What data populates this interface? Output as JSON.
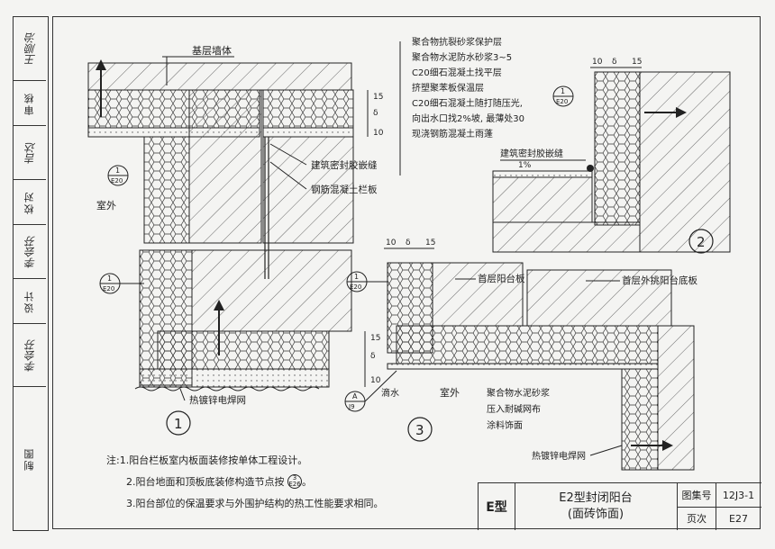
{
  "signatures": [
    {
      "label": "审核",
      "name": "王顺治"
    },
    {
      "label": "校对",
      "name": "吉达"
    },
    {
      "label": "设计",
      "name": "李会芬"
    },
    {
      "label": "制图",
      "name": "李会芬"
    }
  ],
  "detail1": {
    "label_wall": "基层墙体",
    "label_sealant": "建筑密封胶嵌缝",
    "label_panel": "钢筋混凝土栏板",
    "label_outdoor": "室外",
    "label_mesh": "热镀锌电焊网",
    "dims": [
      "15",
      "δ",
      "10"
    ],
    "callout_top": {
      "num": "1",
      "ref": "E20"
    },
    "callout_bot": {
      "num": "1",
      "ref": "E20"
    },
    "number": "1"
  },
  "detail2": {
    "layers": [
      "聚合物抗裂砂浆保护层",
      "聚合物水泥防水砂浆3~5",
      "C20细石混凝土找平层",
      "挤塑聚苯板保温层",
      "C20细石混凝土随打随压光,",
      "向出水口找2%坡, 最薄处30",
      "现浇钢筋混凝土雨蓬"
    ],
    "label_sealant": "建筑密封胶嵌缝",
    "slope": "1%",
    "dims_top": [
      "10",
      "δ",
      "15"
    ],
    "callout": {
      "num": "1",
      "ref": "E20"
    },
    "number": "2"
  },
  "detail3": {
    "label_slab": "首层阳台板",
    "label_outslab": "首层外挑阳台底板",
    "label_drip": "滴水",
    "label_outdoor": "室外",
    "label_mortar": [
      "聚合物水泥砂浆",
      "压入耐碱网布",
      "涂料饰面"
    ],
    "label_mesh": "热镀锌电焊网",
    "dims_top": [
      "10",
      "δ",
      "15"
    ],
    "callout_e20": {
      "num": "1",
      "ref": "E20"
    },
    "callout_j9": {
      "num": "A",
      "ref": "J9"
    },
    "number": "3"
  },
  "notes": {
    "prefix": "注:",
    "items": [
      "1.阳台栏板室内板面装修按单体工程设计。",
      "2.阳台地面和顶板底装修构造节点按",
      "3.阳台部位的保温要求与外围护结构的热工性能要求相同。"
    ],
    "note2_ref": {
      "num": "3",
      "ref": "E26"
    },
    "note2_suffix": "。"
  },
  "title_block": {
    "type": "E型",
    "title_line1": "E2型封闭阳台",
    "title_line2": "(面砖饰面)",
    "k1": "图集号",
    "v1": "12J3-1",
    "k2": "页次",
    "v2": "E27"
  }
}
